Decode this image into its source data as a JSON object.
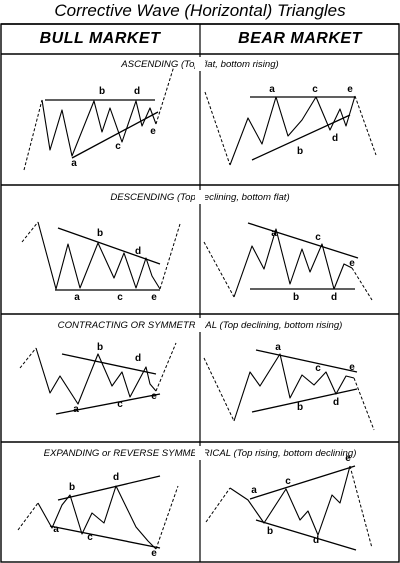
{
  "title": "Corrective Wave (Horizontal) Triangles",
  "headers": {
    "bull": "BULL MARKET",
    "bear": "BEAR MARKET"
  },
  "sections": [
    {
      "id": "ascending",
      "caption": "ASCENDING (Top flat, bottom rising)",
      "bull_labels": [
        "a",
        "b",
        "c",
        "d",
        "e"
      ],
      "bear_labels": [
        "a",
        "b",
        "c",
        "d",
        "e"
      ]
    },
    {
      "id": "descending",
      "caption": "DESCENDING (Top declining, bottom flat)",
      "bull_labels": [
        "a",
        "b",
        "c",
        "d",
        "e"
      ],
      "bear_labels": [
        "a",
        "b",
        "c",
        "d",
        "e"
      ]
    },
    {
      "id": "contracting",
      "caption": "CONTRACTING OR SYMMETRICAL (Top declining, bottom rising)",
      "bull_labels": [
        "a",
        "b",
        "c",
        "d",
        "e"
      ],
      "bear_labels": [
        "a",
        "b",
        "c",
        "d",
        "e"
      ]
    },
    {
      "id": "expanding",
      "caption": "EXPANDING or REVERSE SYMMETRICAL (Top rising, bottom declining)",
      "bull_labels": [
        "a",
        "b",
        "c",
        "d",
        "e"
      ],
      "bear_labels": [
        "a",
        "b",
        "c",
        "d",
        "e"
      ]
    }
  ]
}
